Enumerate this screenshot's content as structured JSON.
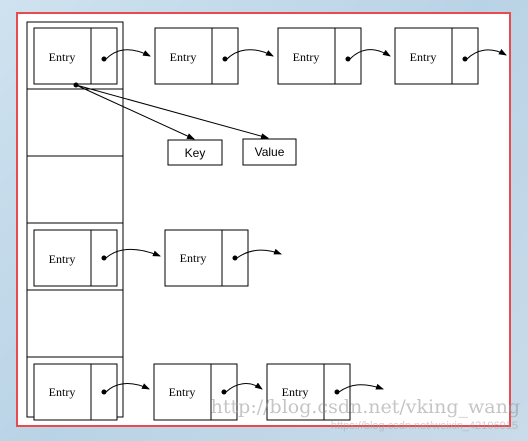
{
  "diagram": {
    "entry_label": "Entry",
    "key_label": "Key",
    "value_label": "Value",
    "colors": {
      "frame_border": "#e84a4f",
      "stroke": "#000000",
      "background": "#cfe2ef"
    }
  },
  "watermark": {
    "line1": "http://blog.csdn.net/vking_wang",
    "line2": "https://blog.csdn.net/weixin_42196915"
  }
}
